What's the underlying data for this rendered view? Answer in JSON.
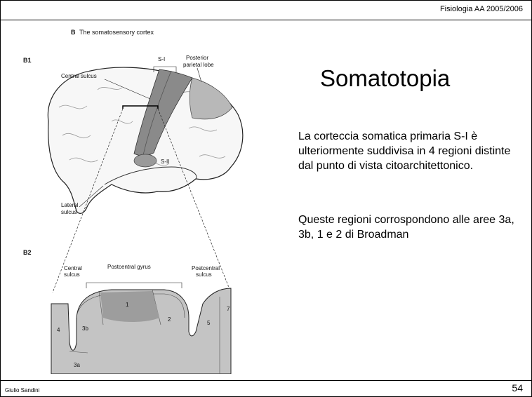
{
  "header": {
    "course": "Fisiologia AA 2005/2006"
  },
  "slide": {
    "title": "Somatotopia",
    "paragraph1": "La corteccia somatica primaria S-I è ulteriormente suddivisa in 4 regioni distinte dal punto di vista citoarchitettonico.",
    "paragraph2": "Queste regioni corrospondono alle aree 3a, 3b, 1 e 2 di Broadman"
  },
  "footer": {
    "author": "Giulio Sandini",
    "page": "54"
  },
  "figure": {
    "panel_b_title": "The somatosensory cortex",
    "panel_b_letter": "B",
    "b1": "B1",
    "b2": "B2",
    "central_sulcus": "Central sulcus",
    "s1": "S-I",
    "posterior": "Posterior",
    "parietal_lobe": "parietal lobe",
    "s2": "S-II",
    "lateral": "Lateral",
    "sulcus": "sulcus",
    "central": "Central",
    "postcentral_gyrus": "Postcentral gyrus",
    "postcentral": "Postcentral",
    "area_4": "4",
    "area_3b": "3b",
    "area_3a": "3a",
    "area_1": "1",
    "area_2": "2",
    "area_5": "5",
    "area_7": "7"
  }
}
